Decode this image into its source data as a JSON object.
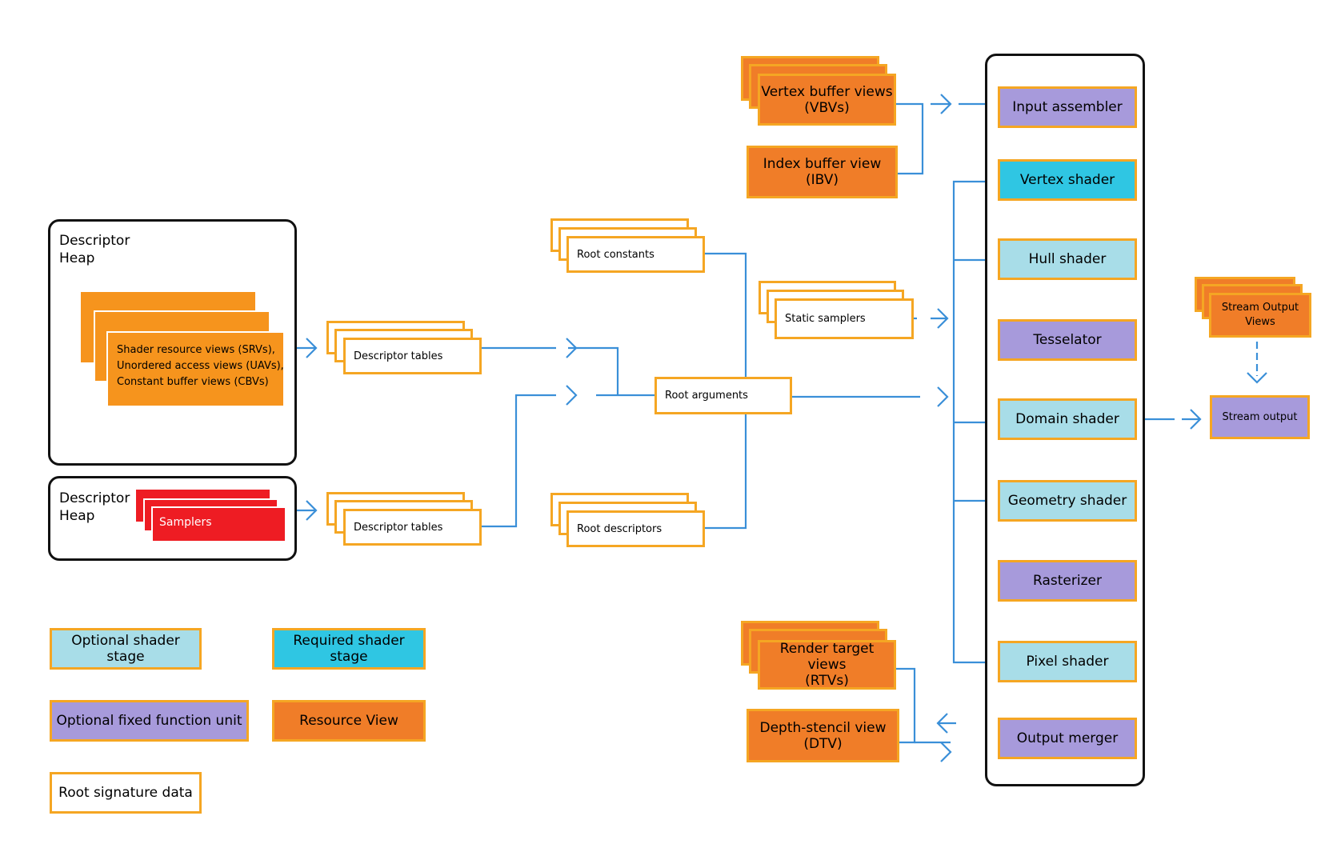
{
  "colors": {
    "optional_shader": "#a8dde8",
    "required_shader": "#2fc6e3",
    "fixed_function": "#a79adb",
    "resource_view": "#f07d28",
    "heap_resource": "#f6941d",
    "sampler": "#ee1c23",
    "border": "#f5a623",
    "connector": "#3a8fd8"
  },
  "heaps": [
    {
      "label_line1": "Descriptor",
      "label_line2": "Heap",
      "content_line1": "Shader resource views (SRVs),",
      "content_line2": "Unordered access views (UAVs),",
      "content_line3": "Constant buffer views (CBVs)"
    },
    {
      "label_line1": "Descriptor",
      "label_line2": "Heap",
      "content": "Samplers"
    }
  ],
  "descriptor_tables": [
    "Descriptor tables",
    "Descriptor tables"
  ],
  "root": {
    "constants": "Root constants",
    "arguments": "Root arguments",
    "descriptors": "Root descriptors",
    "static_samplers": "Static samplers"
  },
  "vertex_inputs": {
    "vbv_line1": "Vertex buffer views",
    "vbv_line2": "(VBVs)",
    "ibv_line1": "Index buffer view",
    "ibv_line2": "(IBV)"
  },
  "outputs": {
    "rtv_line1": "Render target views",
    "rtv_line2": "(RTVs)",
    "dtv_line1": "Depth-stencil view",
    "dtv_line2": "(DTV)"
  },
  "pipeline_stages": [
    "Input assembler",
    "Vertex shader",
    "Hull shader",
    "Tesselator",
    "Domain shader",
    "Geometry shader",
    "Rasterizer",
    "Pixel shader",
    "Output merger"
  ],
  "stream": {
    "views_line1": "Stream Output",
    "views_line2": "Views",
    "output": "Stream output"
  },
  "legend": {
    "optional_shader": "Optional shader stage",
    "required_shader": "Required shader stage",
    "fixed_function": "Optional fixed function unit",
    "resource_view": "Resource View",
    "root_signature": "Root signature data"
  }
}
